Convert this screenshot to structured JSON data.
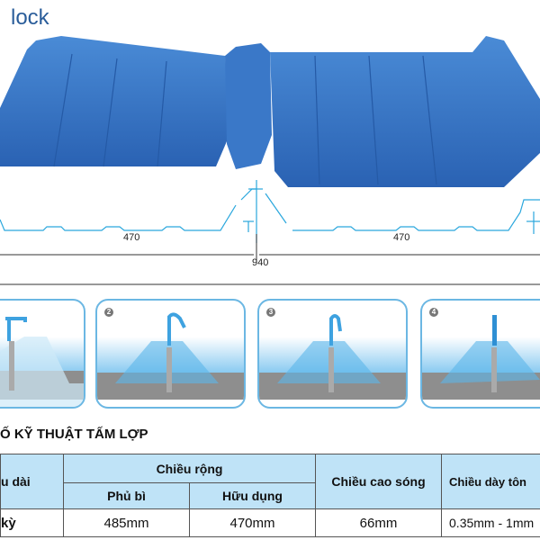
{
  "header": {
    "title": "lock"
  },
  "drawing": {
    "dim_left": "470",
    "dim_right": "470",
    "dim_total": "940",
    "roof_color": "#2f6fc0",
    "line_color": "#2aa7dd"
  },
  "steps": [
    {
      "number": ""
    },
    {
      "number": "2"
    },
    {
      "number": "3"
    },
    {
      "number": "4"
    }
  ],
  "specs": {
    "title": "Ố KỸ THUẬT TẤM LỢP",
    "headers": {
      "length": "u dài",
      "width": "Chiều rộng",
      "cover": "Phủ bì",
      "useful": "Hữu dụng",
      "height": "Chiều cao sóng",
      "thickness": "Chiều dày tôn"
    },
    "row": {
      "length": "kỳ",
      "cover": "485mm",
      "useful": "470mm",
      "height": "66mm",
      "thickness": "0.35mm - 1mm"
    }
  }
}
